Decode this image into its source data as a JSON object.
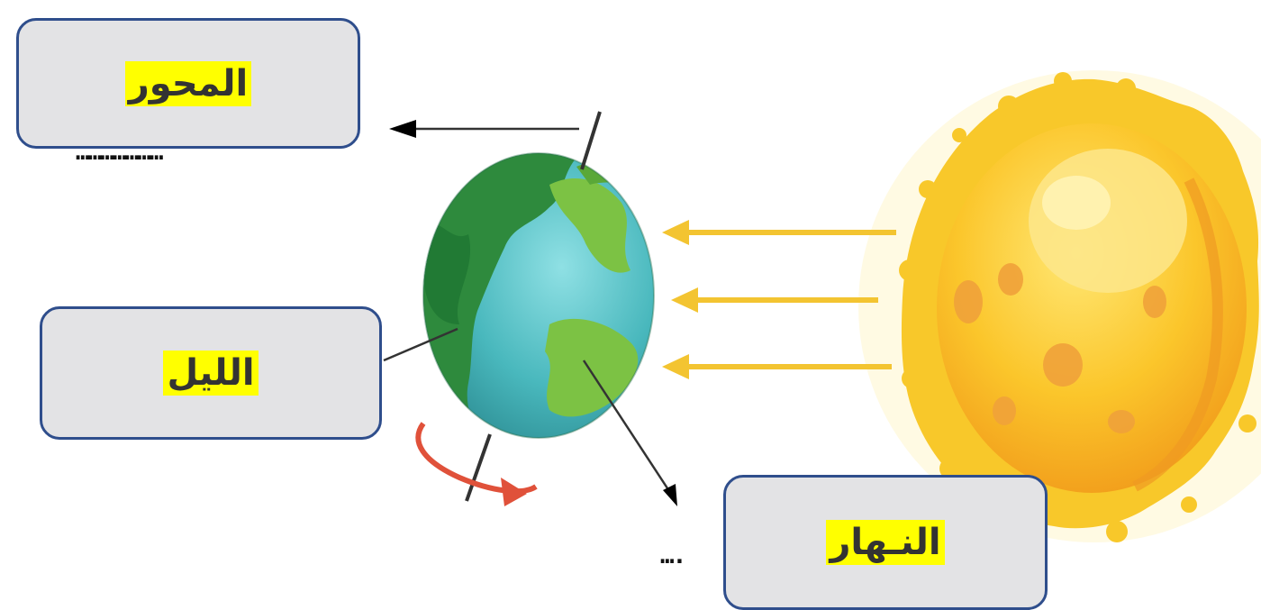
{
  "labels": {
    "axis": "المحور",
    "night": "الليل",
    "day": "النـهار"
  },
  "answer_dots": {
    "axis": "…………………",
    "day": "…."
  },
  "colors": {
    "box_fill": "#e3e3e5",
    "box_border": "#2f4e8c",
    "highlight": "#ffff00",
    "sun_rays": "#f3c431",
    "earth_ocean": "#4fbfbf",
    "earth_land": "#2f8f3f",
    "rotation_arrow": "#e0513a"
  },
  "icons": [
    "sun-icon",
    "earth-icon",
    "rotation-arrow-icon"
  ]
}
